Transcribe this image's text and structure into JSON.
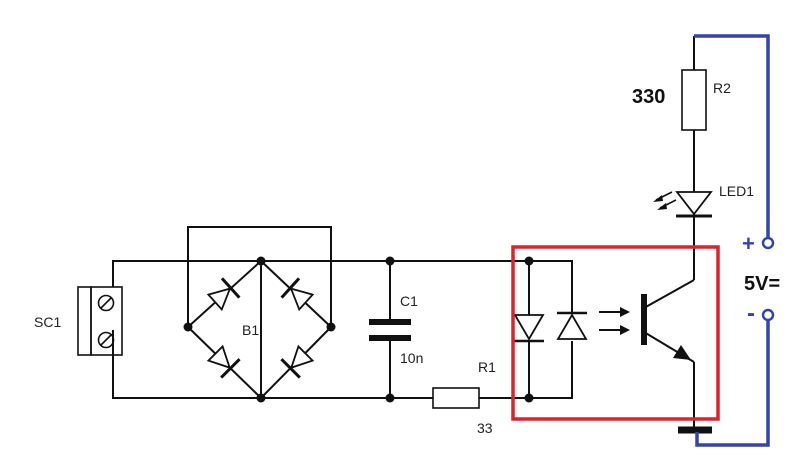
{
  "labels": {
    "sc1": "SC1",
    "b1": "B1",
    "c1": "C1",
    "c1_value": "10n",
    "r1": "R1",
    "r1_value": "33",
    "r2": "R2",
    "r2_value": "330",
    "led1": "LED1",
    "plus": "+",
    "minus": "-",
    "supply": "5V="
  },
  "colors": {
    "wire": "#111111",
    "supply_wire": "#3344aa",
    "highlight_box": "#e0202a"
  }
}
